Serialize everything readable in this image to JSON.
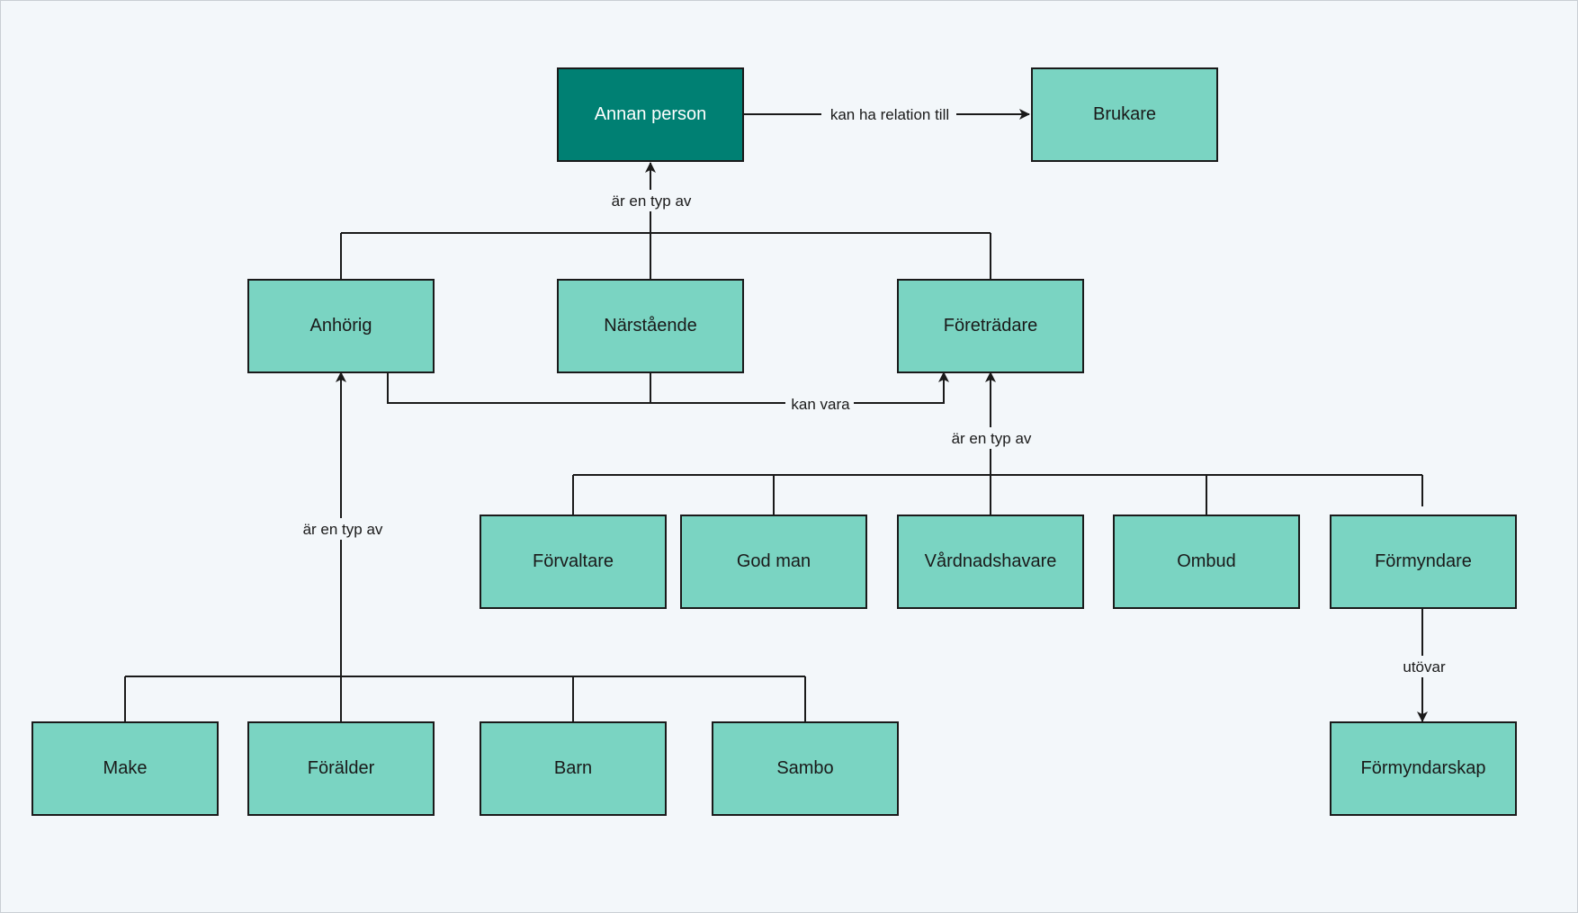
{
  "diagram": {
    "colors": {
      "node_fill": "#7ad4c2",
      "primary_fill": "#008073",
      "stroke": "#1a1a1a",
      "background": "#f3f7fa"
    },
    "nodes": {
      "annan_person": "Annan person",
      "brukare": "Brukare",
      "anhorig": "Anhörig",
      "narstaende": "Närstående",
      "foretradare": "Företrädare",
      "forvaltare": "Förvaltare",
      "god_man": "God man",
      "vardnadshavare": "Vårdnadshavare",
      "ombud": "Ombud",
      "formyndare": "Förmyndare",
      "make": "Make",
      "foralder": "Förälder",
      "barn": "Barn",
      "sambo": "Sambo",
      "formyndarskap": "Förmyndarskap"
    },
    "edge_labels": {
      "kan_ha_relation_till": "kan ha relation till",
      "ar_en_typ_av_top": "är en typ av",
      "kan_vara": "kan vara",
      "ar_en_typ_av_foretradare": "är en typ av",
      "ar_en_typ_av_anhorig": "är en typ av",
      "utovar": "utövar"
    }
  }
}
